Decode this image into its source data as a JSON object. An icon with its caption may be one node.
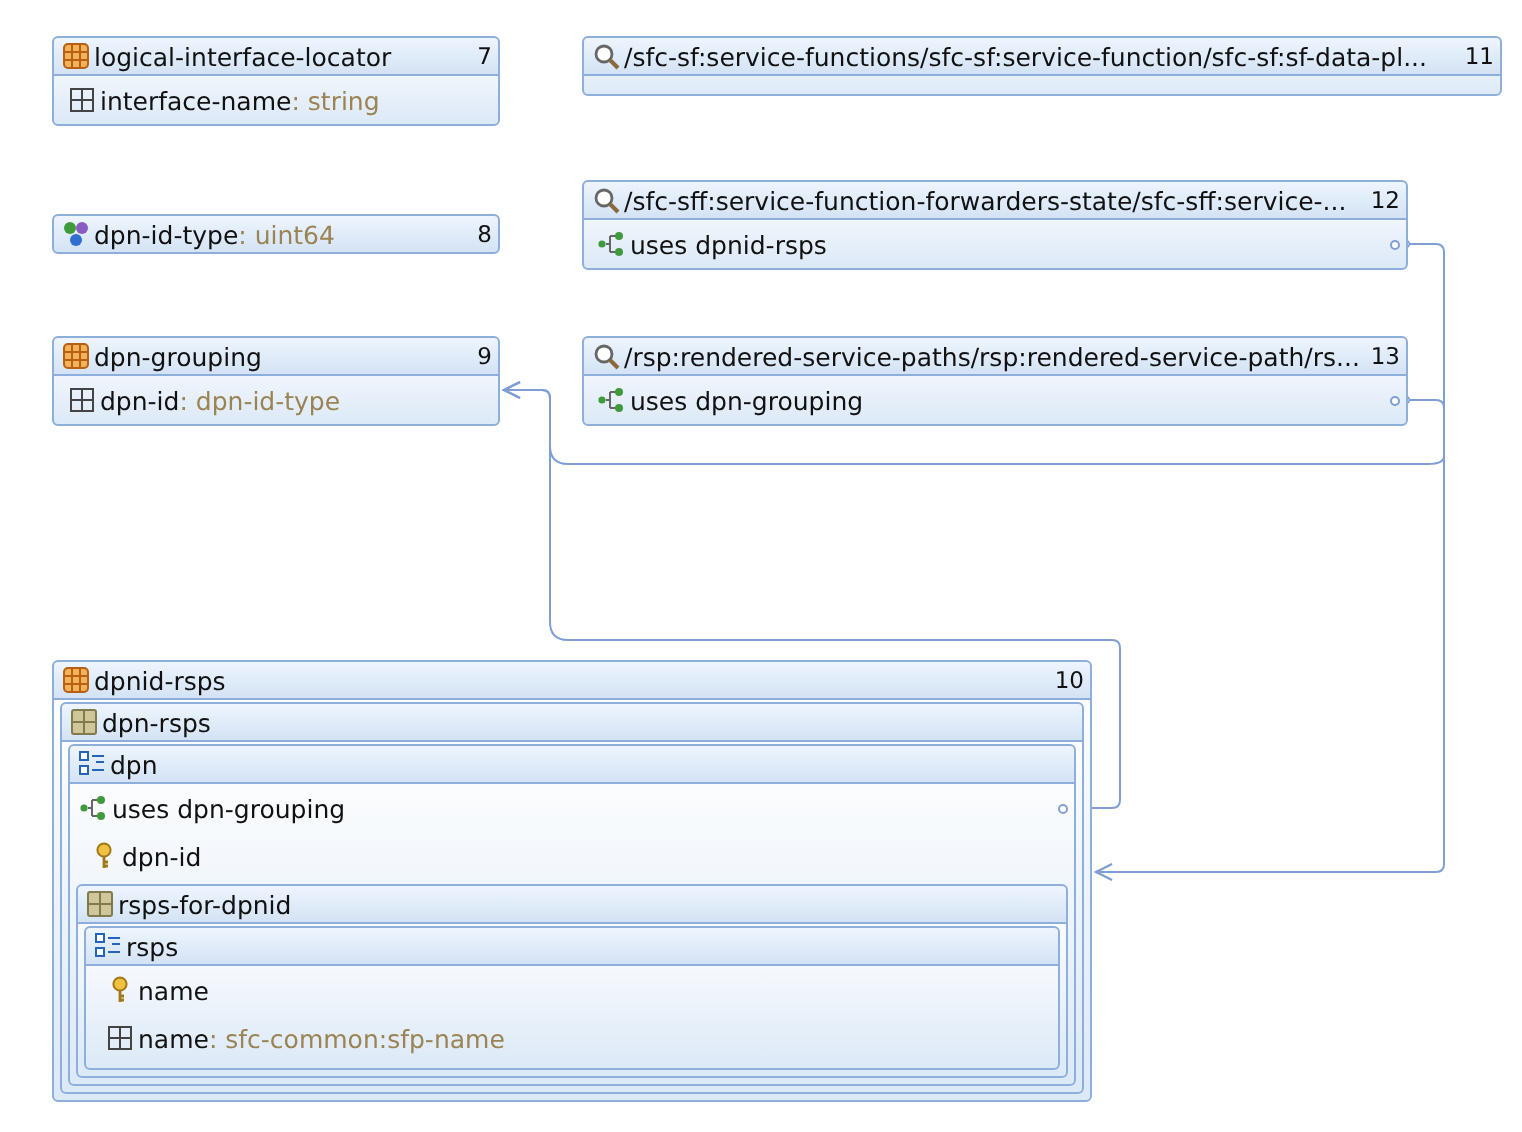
{
  "diagram": {
    "nodes": [
      {
        "text": [
          "logical-interface-locator",
          "7"
        ]
      },
      {
        "text": [
          "interface-name",
          ": string"
        ],
        "in": 0
      },
      {
        "text": [
          "dpn-id-type",
          ": uint64",
          "8"
        ]
      },
      {
        "text": [
          "dpn-grouping",
          "9"
        ]
      },
      {
        "text": [
          "dpn-id",
          ": dpn-id-type"
        ],
        "in": 3
      },
      {
        "text": [
          "dpnid-rsps",
          "10"
        ]
      },
      {
        "text": [
          "dpn-rsps"
        ],
        "in": 5
      },
      {
        "text": [
          "dpn"
        ],
        "in": 6
      },
      {
        "text": [
          "uses dpn-grouping"
        ],
        "in": 7
      },
      {
        "text": [
          "dpn-id"
        ],
        "in": 7
      },
      {
        "text": [
          "rsps-for-dpnid"
        ],
        "in": 7
      },
      {
        "text": [
          "rsps"
        ],
        "in": 10
      },
      {
        "text": [
          "name"
        ],
        "in": 11
      },
      {
        "text": [
          "name",
          ": sfc-common:sfp-name"
        ],
        "in": 11
      },
      {
        "text": [
          "/sfc-sf:service-functions/sfc-sf:service-function/sfc-sf:sf-data-pl...",
          "11"
        ]
      },
      {
        "text": [
          "/sfc-sff:service-function-forwarders-state/sfc-sff:service-...",
          "12"
        ]
      },
      {
        "text": [
          "uses dpnid-rsps"
        ],
        "in": 15
      },
      {
        "text": [
          "/rsp:rendered-service-paths/rsp:rendered-service-path/rs...",
          "13"
        ]
      },
      {
        "text": [
          "uses dpn-grouping"
        ],
        "in": 17
      }
    ],
    "edges": [
      {
        "from": 16,
        "to": 5,
        "arrow": "to"
      },
      {
        "from": 18,
        "to": 3,
        "arrow": "to"
      },
      {
        "from": 8,
        "to": 3,
        "arrow": "to"
      }
    ]
  }
}
